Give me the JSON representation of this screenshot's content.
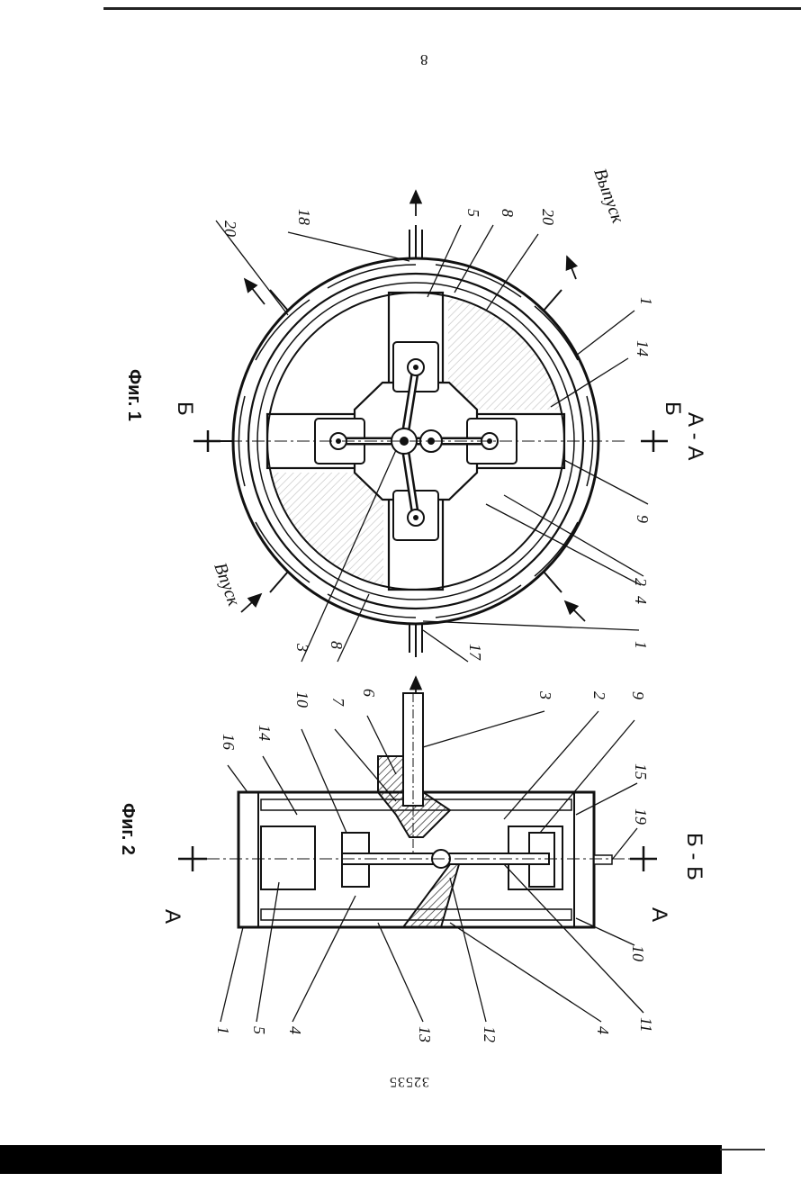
{
  "page_number": "8",
  "patent_number": "32535",
  "figures": {
    "fig1": {
      "caption": "Фиг. 1",
      "section_title": "А - А",
      "cut_marker": "Б",
      "exhaust_label": "Выпуск",
      "intake_label": "Впуск",
      "callouts": [
        "20",
        "18",
        "5",
        "8",
        "20",
        "1",
        "14",
        "9",
        "2",
        "4",
        "1",
        "17",
        "8",
        "3"
      ]
    },
    "fig2": {
      "caption": "Фиг. 2",
      "section_title": "Б - Б",
      "cut_marker": "А",
      "callouts": [
        "16",
        "14",
        "10",
        "7",
        "6",
        "3",
        "2",
        "9",
        "15",
        "19",
        "10",
        "11",
        "4",
        "12",
        "13",
        "4",
        "5",
        "1"
      ]
    }
  }
}
